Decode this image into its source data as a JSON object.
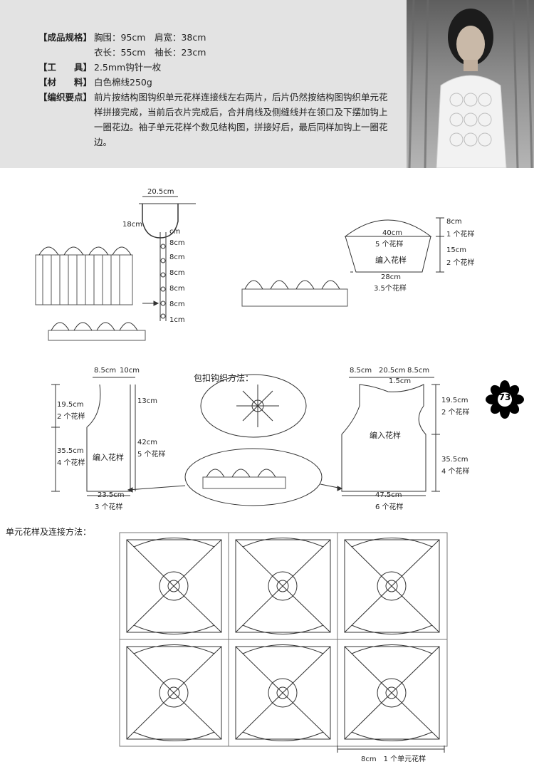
{
  "specs": {
    "finished_size": {
      "label": "【成品规格】",
      "line1": "胸围：95cm　肩宽：38cm",
      "line2": "衣长：55cm　袖长：23cm"
    },
    "tools": {
      "label": "【工　　具】",
      "value": "2.5mm钩针一枚"
    },
    "materials": {
      "label": "【材　　料】",
      "value": "白色棉线250g"
    },
    "instructions": {
      "label": "【编织要点】",
      "value": "前片按结构图钩织单元花样连接线左右两片，后片仍然按结构图钩织单元花样拼接完成，当前后衣片完成后，合并肩线及侧缝线并在领口及下摆加钩上一圈花边。袖子单元花样个数见结构图，拼接好后，最后同样加钩上一圈花边。"
    }
  },
  "collar": {
    "top_width": "20.5cm",
    "side": "18cm",
    "spacing_top": "cm",
    "spacing1": "8cm",
    "spacing2": "8cm",
    "spacing3": "8cm",
    "spacing4": "8cm",
    "spacing5": "8cm",
    "bottom": "1cm"
  },
  "sleeve": {
    "cap_height": "8cm",
    "cap_motifs": "1 个花样",
    "upper_width": "40cm",
    "upper_motifs": "5 个花样",
    "body_label": "编入花样",
    "lower_height": "15cm",
    "lower_motifs": "2 个花样",
    "cuff_width": "28cm",
    "cuff_motifs": "3.5个花样"
  },
  "front": {
    "shoulder_width": "8.5cm",
    "neck_width": "10cm",
    "armhole_height": "19.5cm",
    "armhole_motifs": "2 个花样",
    "neck_depth": "13cm",
    "lower_height": "35.5cm",
    "lower_motifs": "4 个花样",
    "front_height": "42cm",
    "front_motifs": "5 个花样",
    "body_label": "编入花样",
    "bottom_width": "23.5cm",
    "bottom_motifs": "3 个花样"
  },
  "button_method": {
    "title": "包扣钩织方法："
  },
  "back": {
    "shoulder_left": "8.5cm",
    "neck_width": "20.5cm",
    "shoulder_right": "8.5cm",
    "neck_depth": "1.5cm",
    "armhole_height": "19.5cm",
    "armhole_motifs": "2 个花样",
    "body_label": "编入花样",
    "lower_height": "35.5cm",
    "lower_motifs": "4 个花样",
    "bottom_width": "47.5cm",
    "bottom_motifs": "6 个花样"
  },
  "motif": {
    "title": "单元花样及连接方法：",
    "scale": "8cm　1 个单元花样"
  },
  "page_number": "73"
}
